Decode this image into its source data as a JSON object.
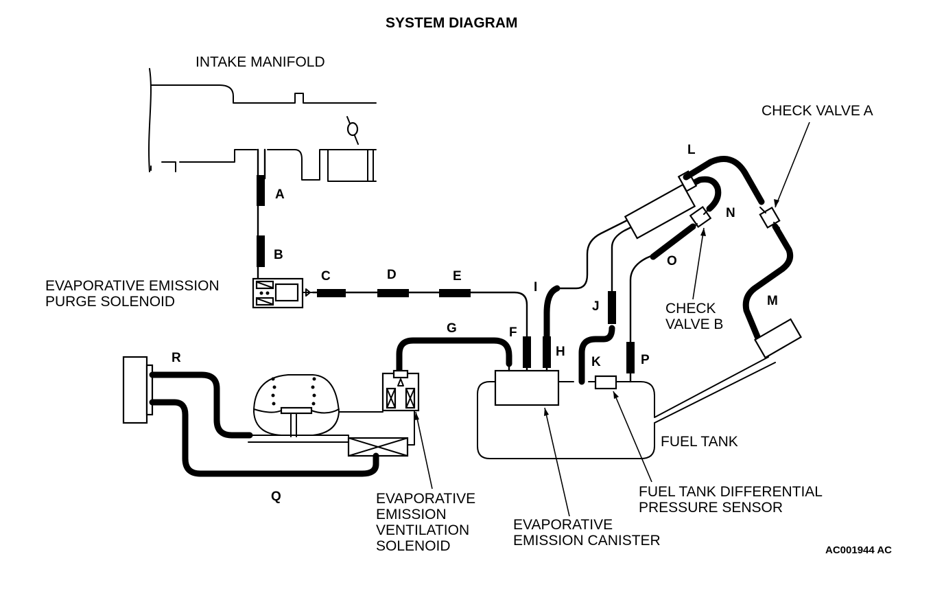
{
  "title": "SYSTEM DIAGRAM",
  "labels": {
    "intake_manifold": "INTAKE MANIFOLD",
    "purge_solenoid_1": "EVAPORATIVE EMISSION",
    "purge_solenoid_2": "PURGE SOLENOID",
    "check_valve_a": "CHECK VALVE A",
    "check_valve_b_1": "CHECK",
    "check_valve_b_2": "VALVE B",
    "fuel_tank": "FUEL TANK",
    "pressure_sensor_1": "FUEL TANK DIFFERENTIAL",
    "pressure_sensor_2": "PRESSURE SENSOR",
    "canister_1": "EVAPORATIVE",
    "canister_2": "EMISSION CANISTER",
    "vent_solenoid_1": "EVAPORATIVE",
    "vent_solenoid_2": "EMISSION",
    "vent_solenoid_3": "VENTILATION",
    "vent_solenoid_4": "SOLENOID",
    "figure_code": "AC001944 AC"
  },
  "hose_letters": {
    "A": "A",
    "B": "B",
    "C": "C",
    "D": "D",
    "E": "E",
    "F": "F",
    "G": "G",
    "H": "H",
    "I": "I",
    "J": "J",
    "K": "K",
    "L": "L",
    "M": "M",
    "N": "N",
    "O": "O",
    "P": "P",
    "Q": "Q",
    "R": "R"
  }
}
